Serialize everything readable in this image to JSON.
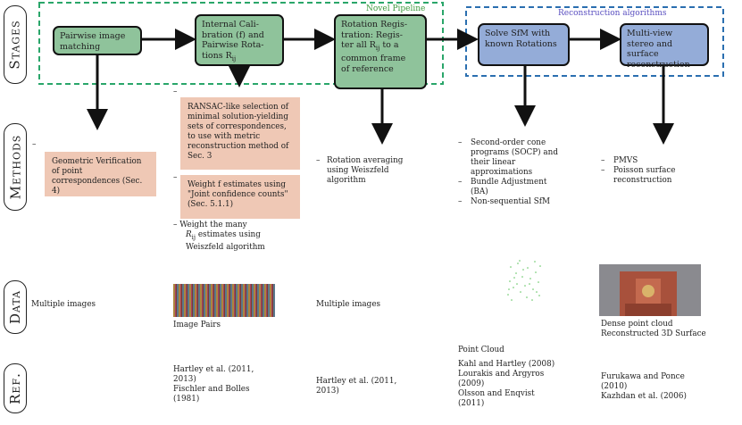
{
  "rows": {
    "stages": "Stages",
    "methods": "Methods",
    "data": "Data",
    "ref": "Ref."
  },
  "groups": {
    "novel": "Novel Pipeline",
    "recon": "Reconstruction algorithms"
  },
  "stages": {
    "s1": "Pairwise image matching",
    "s2_a": "Internal Cali-",
    "s2_b": "bration (f) and",
    "s2_c": "Pairwise Rota-",
    "s2_d": "tions R",
    "s2_sub": "ij",
    "s3_a": "Rotation Regis-",
    "s3_b": "tration: Regis-",
    "s3_c": "ter all R",
    "s3_sub": "ij",
    "s3_d": " to a",
    "s3_e": "common frame",
    "s3_f": "of reference",
    "s4": "Solve SfM with known Rotations",
    "s5": "Multi-view stereo and surface reconstruction"
  },
  "methods": {
    "col1_dash": "–",
    "col1_box": "Geometric Verification of point correspondences (Sec. 4)",
    "col2_dash_top": "–",
    "col2_box1": "RANSAC-like selection of minimal solution-yielding sets of correspondences, to use with metric reconstruction method of Sec. 3",
    "col2_dash_mid": "–",
    "col2_box2": "Weight f estimates using \"Joint confidence counts\" (Sec. 5.1.1)",
    "col2_item_a": "Weight the many",
    "col2_item_b": "R",
    "col2_item_sub": "ij",
    "col2_item_c": " estimates using",
    "col2_item_d": "Weiszfeld algorithm",
    "col3_item": "Rotation averaging using Weiszfeld algorithm",
    "col4_items": [
      "Second-order cone programs (SOCP) and their linear approximations",
      "Bundle Adjustment (BA)",
      "Non-sequential SfM"
    ],
    "col5_items": [
      "PMVS",
      "Poisson surface reconstruction"
    ]
  },
  "data": {
    "col1": "Multiple images",
    "col2": "Image Pairs",
    "col3": "Multiple images",
    "col4": "Point Cloud",
    "col5_a": "Dense point cloud",
    "col5_b": "Reconstructed 3D Surface"
  },
  "refs": {
    "col2": [
      "Hartley et al. (2011, 2013)",
      "Fischler and Bolles (1981)"
    ],
    "col3": [
      "Hartley et al. (2011, 2013)"
    ],
    "col4": [
      "Kahl and Hartley (2008)",
      "Lourakis and Argyros (2009)",
      "Olsson and Enqvist (2011)"
    ],
    "col5": [
      "Furukawa and Ponce (2010)",
      "Kazhdan et al. (2006)"
    ]
  },
  "colors": {
    "green": "#8fc39b",
    "blue": "#94acd8",
    "salmon": "#efc8b5",
    "novel_dash": "#2aa66a",
    "recon_dash": "#2b6fb0",
    "recon_text": "#5a4fc0",
    "novel_text": "#3c9a3c"
  }
}
